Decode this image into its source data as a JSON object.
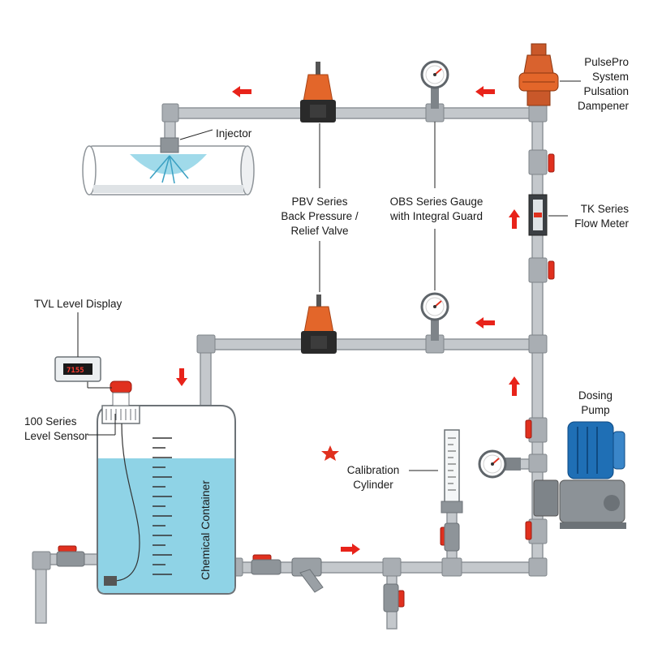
{
  "labels": {
    "injector": "Injector",
    "pbv_line1": "PBV Series",
    "pbv_line2": "Back Pressure /",
    "pbv_line3": "Relief  Valve",
    "obs_line1": "OBS Series Gauge",
    "obs_line2": "with Integral Guard",
    "pulsepro_line1": "PulsePro",
    "pulsepro_line2": "System",
    "pulsepro_line3": "Pulsation",
    "pulsepro_line4": "Dampener",
    "tk_line1": "TK Series",
    "tk_line2": "Flow Meter",
    "tvl": "TVL Level Display",
    "sensor_line1": "100 Series",
    "sensor_line2": "Level Sensor",
    "calib_line1": "Calibration",
    "calib_line2": "Cylinder",
    "dosing_line1": "Dosing",
    "dosing_line2": "Pump",
    "container": "Chemical Container"
  },
  "display": {
    "reading": "7155"
  },
  "colors": {
    "pipe": "#c4c8cc",
    "pipe_outline": "#8e9499",
    "valve_red": "#e0301e",
    "arrow_red": "#e8231a",
    "valve_orange": "#e3662a",
    "liquid": "#8fd3e6",
    "pump_blue": "#1f6fb5",
    "pump_gray": "#8c9297"
  }
}
